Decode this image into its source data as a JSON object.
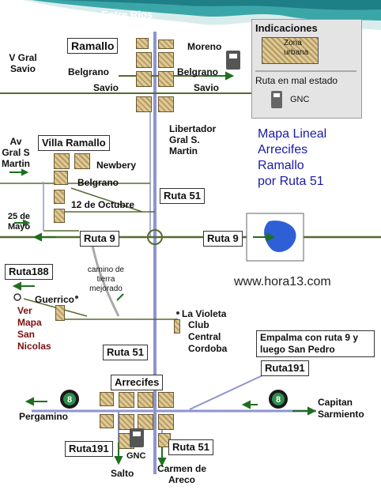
{
  "map": {
    "title_lines": [
      "Mapa Lineal",
      "Arrecifes",
      "Ramallo",
      "por Ruta 51"
    ],
    "website": "www.hora13.com"
  },
  "legend": {
    "title": "Indicaciones",
    "zona_label": "Zona urbana",
    "mal_estado_label": "Ruta en mal estado",
    "gnc_label": "GNC"
  },
  "places": {
    "entre_rios": "Entre Rios",
    "ramallo": "Ramallo",
    "moreno": "Moreno",
    "v_gral_savio": "V Gral Savio",
    "belgrano_left": "Belgrano",
    "belgrano_right": "Belgrano",
    "savio_left": "Savio",
    "savio_right": "Savio",
    "libertador": "Libertador Gral S. Martin",
    "av_gral_s_martin": "Av Gral S Martin",
    "villa_ramallo": "Villa Ramallo",
    "newbery": "Newbery",
    "belgrano_vr": "Belgrano",
    "doce_octubre": "12 de Octubre",
    "veinticinco_mayo": "25 de Mayo",
    "camino_tierra": "camino de tierra mejorado",
    "guerrico": "Guerrico",
    "ver_mapa": "Ver Mapa San Nicolas",
    "la_violeta": "La Violeta",
    "club": "Club Central Cordoba",
    "empalma": "Empalma con ruta 9 y luego San Pedro",
    "arrecifes": "Arrecifes",
    "pergamino": "Pergamino",
    "capitan_sarmiento": "Capitan Sarmiento",
    "gnc": "GNC",
    "salto": "Salto",
    "carmen_areco": "Carmen de Areco"
  },
  "routes": {
    "ruta51_top": "Ruta 51",
    "ruta9_left": "Ruta 9",
    "ruta9_right": "Ruta 9",
    "ruta188": "Ruta188",
    "ruta51_mid": "Ruta 51",
    "ruta191_right": "Ruta191",
    "ruta191_bottom": "Ruta191",
    "ruta51_bottom": "Ruta 51",
    "shield_8": "8"
  },
  "colors": {
    "river": "#3aa6a8",
    "road_main": "#8f95cf",
    "road_secondary": "#556b2f",
    "urban_block": "#e0c890",
    "bad_road": "#aaaaaa",
    "province_blue": "#2e5fd6"
  }
}
